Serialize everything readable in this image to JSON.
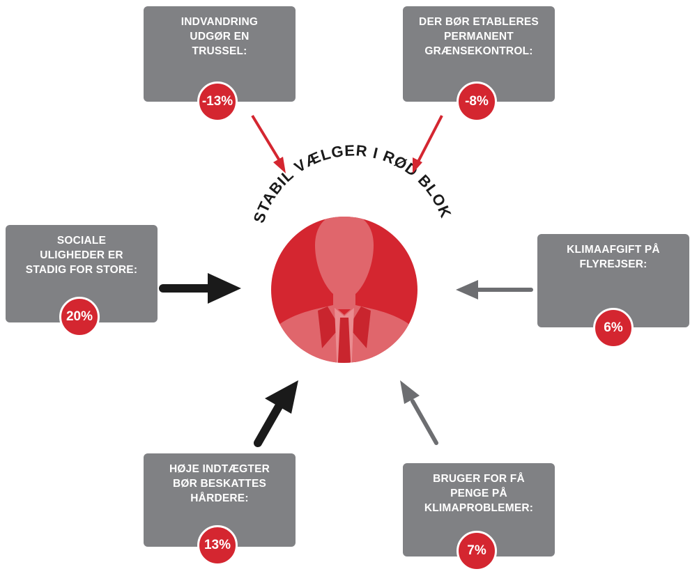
{
  "center": {
    "title": "STABIL VÆLGER I RØD BLOK",
    "figure_icon": "person-silhouette-icon"
  },
  "factors": [
    {
      "label": "INDVANDRING UDGØR EN TRUSSEL:",
      "value": "-13%",
      "arrow_color": "#d42630"
    },
    {
      "label": "DER BØR ETABLERES PERMANENT GRÆNSEKONTROL:",
      "value": "-8%",
      "arrow_color": "#d42630"
    },
    {
      "label": "SOCIALE ULIGHEDER ER STADIG FOR STORE:",
      "value": "20%",
      "arrow_color": "#1a1a1a"
    },
    {
      "label": "KLIMAAFGIFT PÅ FLYREJSER:",
      "value": "6%",
      "arrow_color": "#6d6e71"
    },
    {
      "label": "HØJE INDTÆGTER BØR BESKATTES HÅRDERE:",
      "value": "13%",
      "arrow_color": "#1a1a1a"
    },
    {
      "label": "BRUGER FOR FÅ PENGE PÅ KLIMAPROBLEMER:",
      "value": "7%",
      "arrow_color": "#6d6e71"
    }
  ],
  "colors": {
    "accent_red": "#d42630",
    "box_gray": "#808184",
    "arrow_dark": "#1a1a1a",
    "arrow_gray": "#6d6e71"
  }
}
